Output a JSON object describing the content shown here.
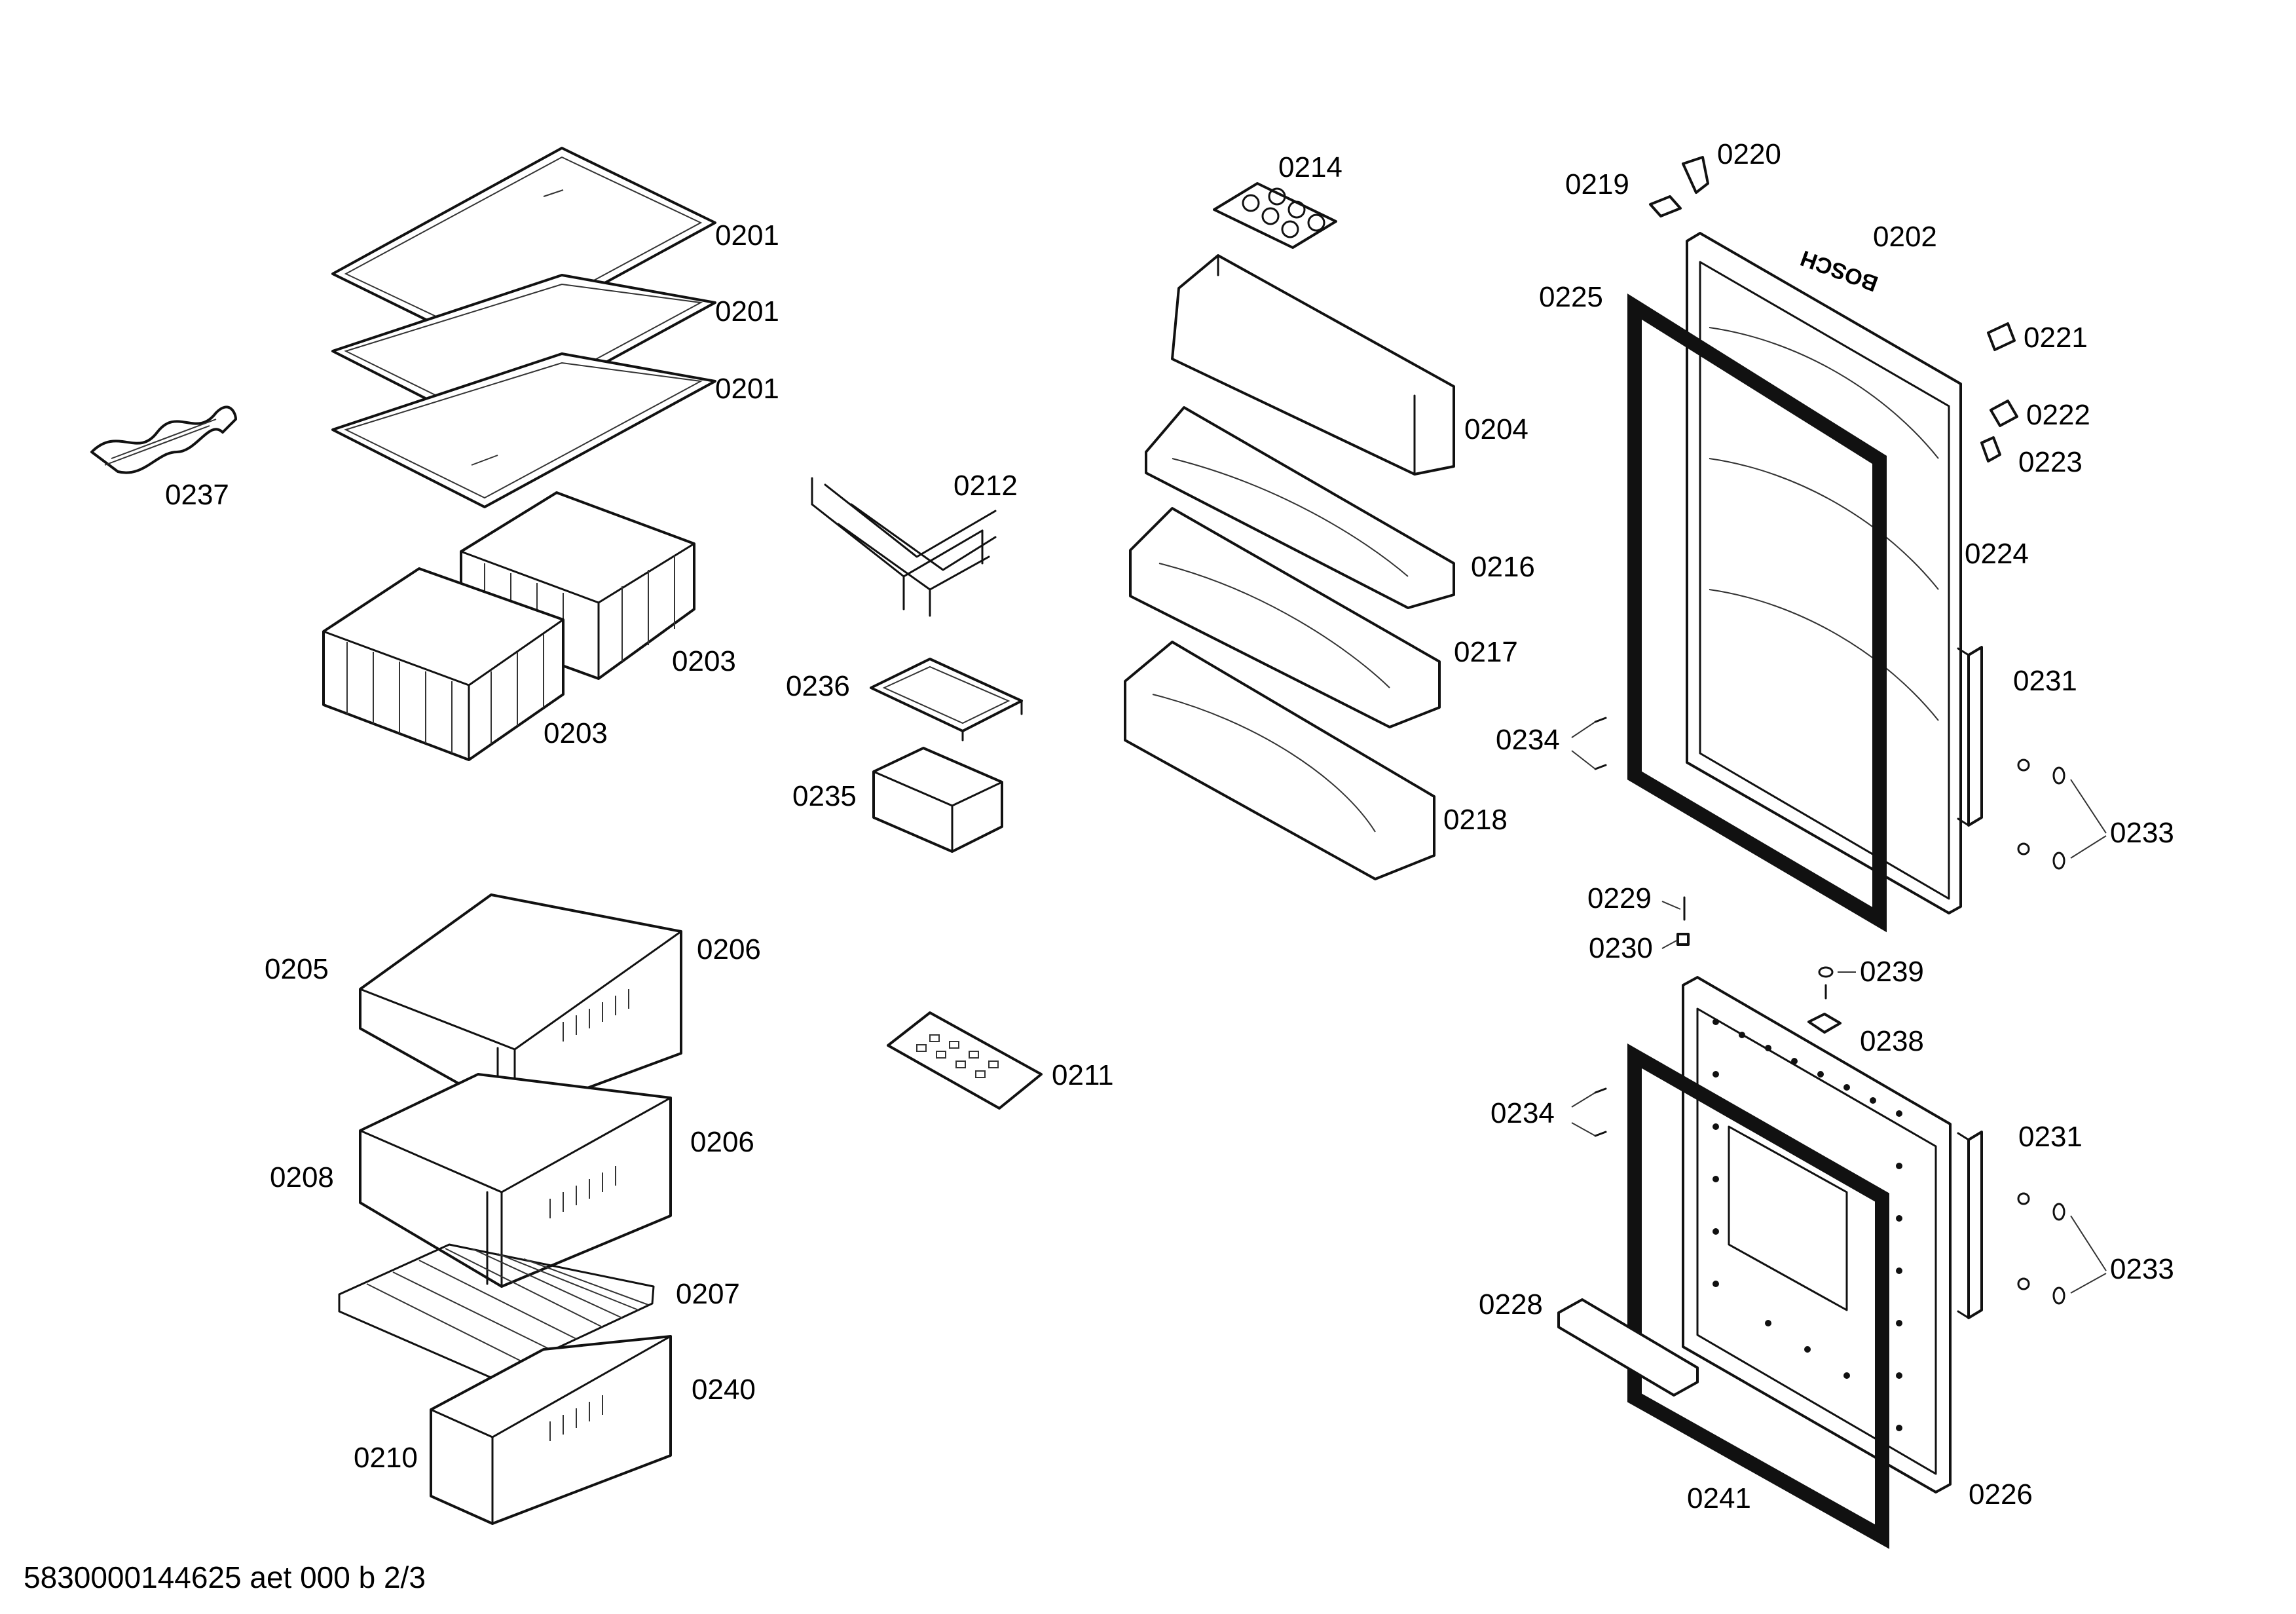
{
  "footer": "5830000144625 aet 000 b 2/3",
  "brand": "BOSCH",
  "labels": {
    "p0201a": "0201",
    "p0201b": "0201",
    "p0201c": "0201",
    "p0237": "0237",
    "p0203a": "0203",
    "p0203b": "0203",
    "p0212": "0212",
    "p0236": "0236",
    "p0235": "0235",
    "p0214": "0214",
    "p0204": "0204",
    "p0216": "0216",
    "p0217": "0217",
    "p0218": "0218",
    "p0220": "0220",
    "p0219": "0219",
    "p0202": "0202",
    "p0225": "0225",
    "p0221": "0221",
    "p0222": "0222",
    "p0223": "0223",
    "p0224": "0224",
    "p0231a": "0231",
    "p0233a": "0233",
    "p0234a": "0234",
    "p0229": "0229",
    "p0230": "0230",
    "p0205": "0205",
    "p0206a": "0206",
    "p0208": "0208",
    "p0206b": "0206",
    "p0207": "0207",
    "p0240": "0240",
    "p0210": "0210",
    "p0211": "0211",
    "p0239": "0239",
    "p0238": "0238",
    "p0234b": "0234",
    "p0231b": "0231",
    "p0233b": "0233",
    "p0228": "0228",
    "p0241": "0241",
    "p0226": "0226"
  }
}
